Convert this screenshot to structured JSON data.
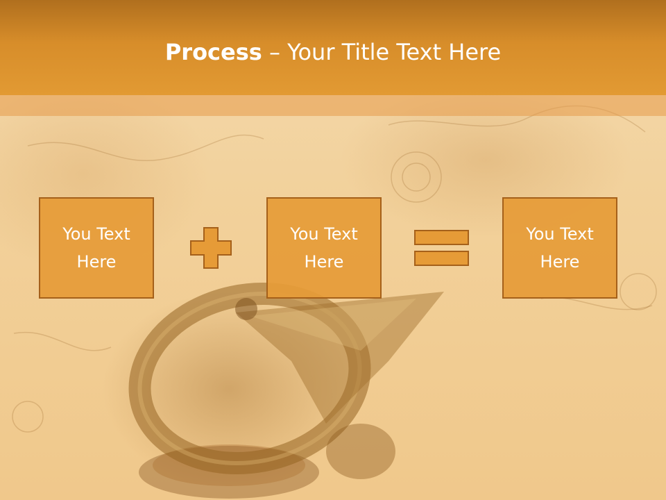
{
  "slide": {
    "title_bold": "Process",
    "title_separator": " – ",
    "title_rest": "Your Title Text Here"
  },
  "process": {
    "boxes": [
      {
        "text": "You Text Here"
      },
      {
        "text": "You Text Here"
      },
      {
        "text": "You Text Here"
      }
    ],
    "operators": [
      "plus-icon",
      "equals-icon"
    ]
  },
  "colors": {
    "header": "#d78d2a",
    "box_fill": "#e69b37",
    "box_border": "#a5601a",
    "text": "#ffffff"
  }
}
